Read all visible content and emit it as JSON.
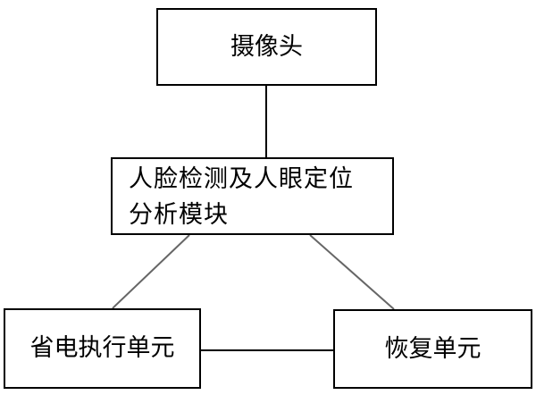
{
  "diagram": {
    "nodes": {
      "camera": {
        "label": "摄像头"
      },
      "analysis": {
        "label_line1": "人脸检测及人眼定位",
        "label_line2": "分析模块"
      },
      "power_saving": {
        "label": "省电执行单元"
      },
      "restore": {
        "label": "恢复单元"
      }
    },
    "edges": [
      {
        "from": "camera",
        "to": "analysis"
      },
      {
        "from": "analysis",
        "to": "power_saving"
      },
      {
        "from": "analysis",
        "to": "restore"
      },
      {
        "from": "power_saving",
        "to": "restore"
      }
    ],
    "colors": {
      "stroke": "#000000",
      "connector": "#666666",
      "background": "#ffffff"
    }
  }
}
